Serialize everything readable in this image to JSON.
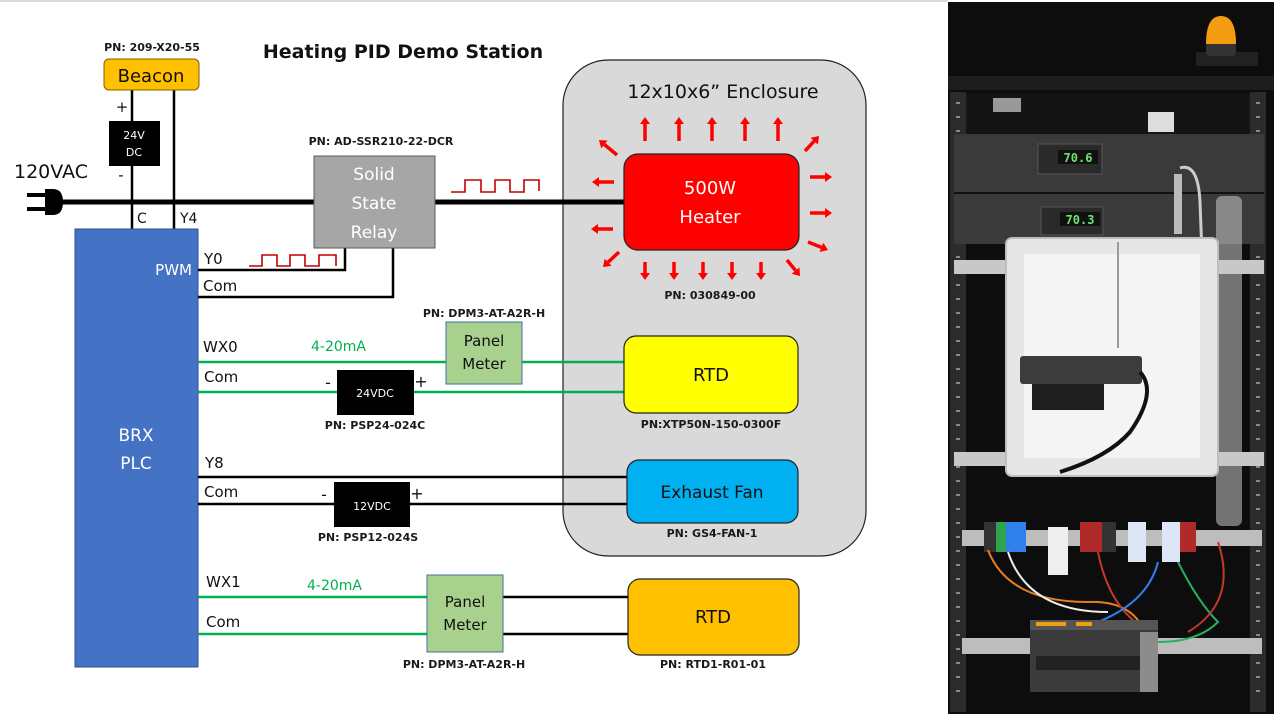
{
  "title": "Heating PID Demo Station",
  "power_input": "120VAC",
  "beacon": {
    "pn": "PN: 209-X20-55",
    "label": "Beacon"
  },
  "beacon_supply": {
    "line1": "24V",
    "line2": "DC",
    "plus": "+",
    "minus": "-"
  },
  "plc": {
    "line1": "BRX",
    "line2": "PLC",
    "pwm_label": "PWM",
    "terminals": {
      "c": "C",
      "y4": "Y4",
      "y0": "Y0",
      "com_pwm": "Com",
      "wx0": "WX0",
      "com_wx0": "Com",
      "y8": "Y8",
      "com_y8": "Com",
      "wx1": "WX1",
      "com_wx1": "Com"
    }
  },
  "ssr": {
    "pn": "PN: AD-SSR210-22-DCR",
    "line1": "Solid",
    "line2": "State",
    "line3": "Relay"
  },
  "enclosure": {
    "label": "12x10x6” Enclosure"
  },
  "heater": {
    "line1": "500W",
    "line2": "Heater",
    "pn": "PN: 030849-00"
  },
  "panel_meter_1": {
    "pn": "PN: DPM3-AT-A2R-H",
    "line1": "Panel",
    "line2": "Meter"
  },
  "signal_1": "4-20mA",
  "supply_24": {
    "label": "24VDC",
    "pn": "PN: PSP24-024C",
    "plus": "+",
    "minus": "-"
  },
  "rtd_1": {
    "label": "RTD",
    "pn": "PN:XTP50N-150-0300F"
  },
  "fan": {
    "label": "Exhaust Fan",
    "pn": "PN: GS4-FAN-1"
  },
  "supply_12": {
    "label": "12VDC",
    "pn": "PN: PSP12-024S",
    "plus": "+",
    "minus": "-"
  },
  "signal_2": "4-20mA",
  "panel_meter_2": {
    "pn": "PN: DPM3-AT-A2R-H",
    "line1": "Panel",
    "line2": "Meter"
  },
  "rtd_2": {
    "label": "RTD",
    "pn": "PN: RTD1-R01-01"
  },
  "photo": {
    "meter_1_reading": "70.6",
    "meter_2_reading": "70.3"
  },
  "colors": {
    "plc_blue": "#4472c4",
    "beacon_orange": "#ffc000",
    "heater_red": "#ff0000",
    "rtd1_yellow": "#ffff00",
    "fan_cyan": "#00b0f0",
    "rtd2_orange": "#ffc000",
    "meter_green": "#a9d18e",
    "signal_green": "#00b050",
    "pwm_red": "#c00000",
    "ssr_gray": "#a6a6a6",
    "enclosure_gray": "#d9d9d9"
  }
}
